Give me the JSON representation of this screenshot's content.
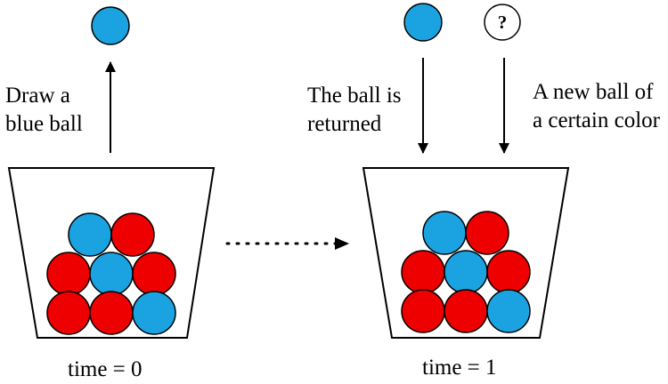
{
  "colors": {
    "red_ball": "#ee0000",
    "blue_ball": "#1aa3e0",
    "outline": "#000000",
    "unknown_ball_fill": "#ffffff"
  },
  "left_panel": {
    "draw_label": "Draw a\nblue ball",
    "time_label": "time = 0",
    "drawn_ball_color": "blue",
    "urn_rows": [
      [
        "blue",
        "red"
      ],
      [
        "red",
        "blue",
        "red"
      ],
      [
        "red",
        "red",
        "blue"
      ]
    ]
  },
  "connector": {
    "style": "dotted-arrow"
  },
  "right_panel": {
    "returned_label": "The ball is\nreturned",
    "new_ball_label": "A new ball of\na certain color",
    "unknown_ball_symbol": "?",
    "returned_ball_color": "blue",
    "time_label": "time = 1",
    "urn_rows": [
      [
        "blue",
        "red"
      ],
      [
        "red",
        "blue",
        "red"
      ],
      [
        "red",
        "red",
        "blue"
      ]
    ]
  }
}
